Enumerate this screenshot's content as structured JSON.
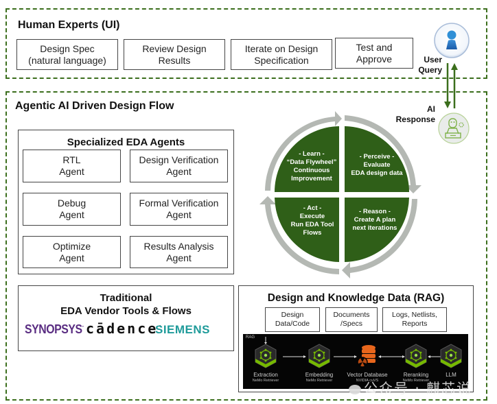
{
  "human_experts": {
    "title": "Human Experts (UI)",
    "boxes": [
      {
        "line1": "Design Spec",
        "line2": "(natural language)"
      },
      {
        "line1": "Review Design",
        "line2": "Results"
      },
      {
        "line1": "Iterate on Design",
        "line2": "Specification"
      },
      {
        "line1": "Test and",
        "line2": "Approve"
      }
    ]
  },
  "interaction": {
    "user_query_line1": "User",
    "user_query_line2": "Query",
    "ai_response_line1": "AI",
    "ai_response_line2": "Response",
    "user_icon": "user-avatar-icon",
    "ai_icon": "ai-agent-robot-icon"
  },
  "agentic_flow": {
    "title": "Agentic AI Driven Design Flow",
    "agents_panel": {
      "title": "Specialized EDA Agents",
      "agents": [
        {
          "line1": "RTL",
          "line2": "Agent"
        },
        {
          "line1": "Design Verification",
          "line2": "Agent"
        },
        {
          "line1": "Debug",
          "line2": "Agent"
        },
        {
          "line1": "Formal Verification",
          "line2": "Agent"
        },
        {
          "line1": "Optimize",
          "line2": "Agent"
        },
        {
          "line1": "Results Analysis",
          "line2": "Agent"
        }
      ]
    },
    "cycle": {
      "quadrants": [
        {
          "id": "learn",
          "lines": [
            "- Learn -",
            "“Data Flywheel”",
            "Continuous",
            "Improvement"
          ]
        },
        {
          "id": "perceive",
          "lines": [
            "- Perceive -",
            "Evaluate",
            "EDA design data"
          ]
        },
        {
          "id": "act",
          "lines": [
            "- Act -",
            "Execute",
            "Run EDA Tool",
            "Flows"
          ]
        },
        {
          "id": "reason",
          "lines": [
            "- Reason -",
            "Create A plan",
            "next iterations"
          ]
        }
      ],
      "colors": {
        "quadrant": "#2f5f18",
        "arrow": "#b4b8b3"
      }
    },
    "traditional_panel": {
      "title_line1": "Traditional",
      "title_line2": "EDA Vendor Tools & Flows",
      "vendors": [
        {
          "name": "SYNOPSYS",
          "mark": "·",
          "color": "#5a2d82"
        },
        {
          "name": "cādence",
          "mark": "·",
          "color": "#111111"
        },
        {
          "name": "SIEMENS",
          "color": "#1f9b9a"
        }
      ]
    },
    "rag_panel": {
      "title": "Design and Knowledge Data (RAG)",
      "sources": [
        {
          "line1": "Design",
          "line2": "Data/Code"
        },
        {
          "line1": "Documents",
          "line2": "/Specs"
        },
        {
          "line1": "Logs, Netlists,",
          "line2": "Reports"
        }
      ],
      "pipeline_label": "RAG",
      "pipeline": [
        {
          "name": "Extraction",
          "sub": "NeMo Retriever",
          "icon": "nemo-cube-icon"
        },
        {
          "name": "Embedding",
          "sub": "NeMo Retriever",
          "icon": "nemo-cube-icon"
        },
        {
          "name": "Vector Database",
          "sub": "NVIDIA cuVS",
          "icon": "database-icon"
        },
        {
          "name": "Reranking",
          "sub": "NeMo Retriever",
          "icon": "nemo-cube-icon"
        },
        {
          "name": "LLM",
          "sub": "",
          "icon": "nemo-cube-icon"
        }
      ]
    }
  },
  "watermark": "公众号 · 麒芯说"
}
